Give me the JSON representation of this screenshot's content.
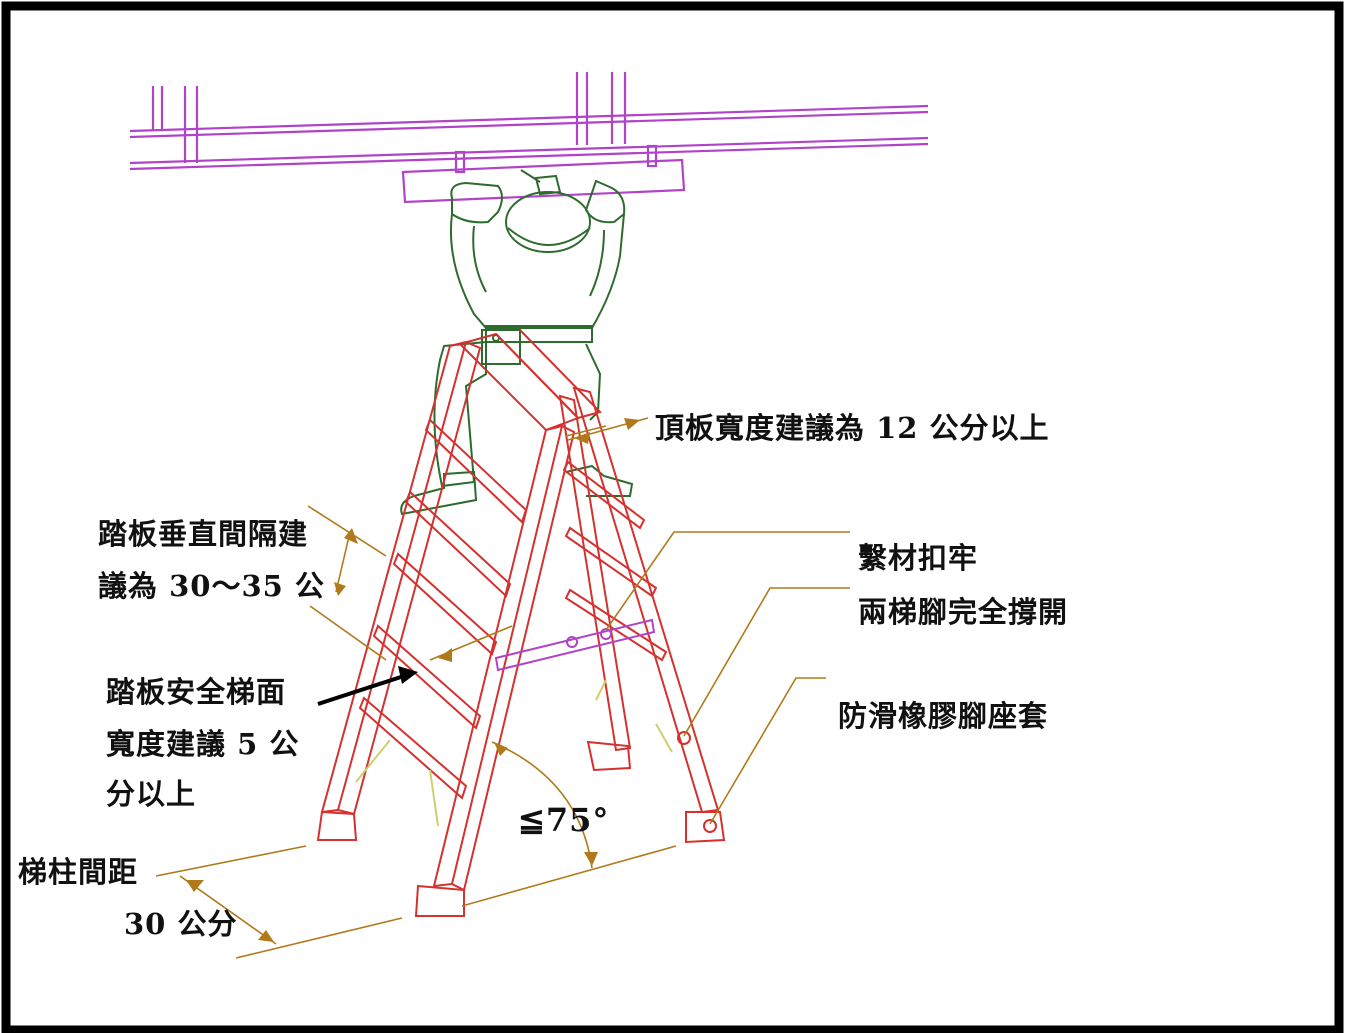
{
  "labels": {
    "top_width": "頂板寬度建議為 12 公分以上",
    "rung_spacing_line1": "踏板垂直間隔建",
    "rung_spacing_line2": "議為 30～35 公",
    "rung_width_line1": "踏板安全梯面",
    "rung_width_line2": "寬度建議 5 公",
    "rung_width_line3": "分以上",
    "spread_line1": "繫材扣牢",
    "spread_line2": "兩梯腳完全撐開",
    "feet": "防滑橡膠腳座套",
    "leg_spacing_line1": "梯柱間距",
    "leg_spacing_line2": "30 公分",
    "angle": "≦75°"
  },
  "colors": {
    "frame": "#000000",
    "ladder": "#d4312f",
    "pipe": "#b043c8",
    "worker": "#2e6b2e",
    "dimension": "#b07a1a",
    "brace": "#cfcf6e",
    "leader": "#b07a1a"
  }
}
